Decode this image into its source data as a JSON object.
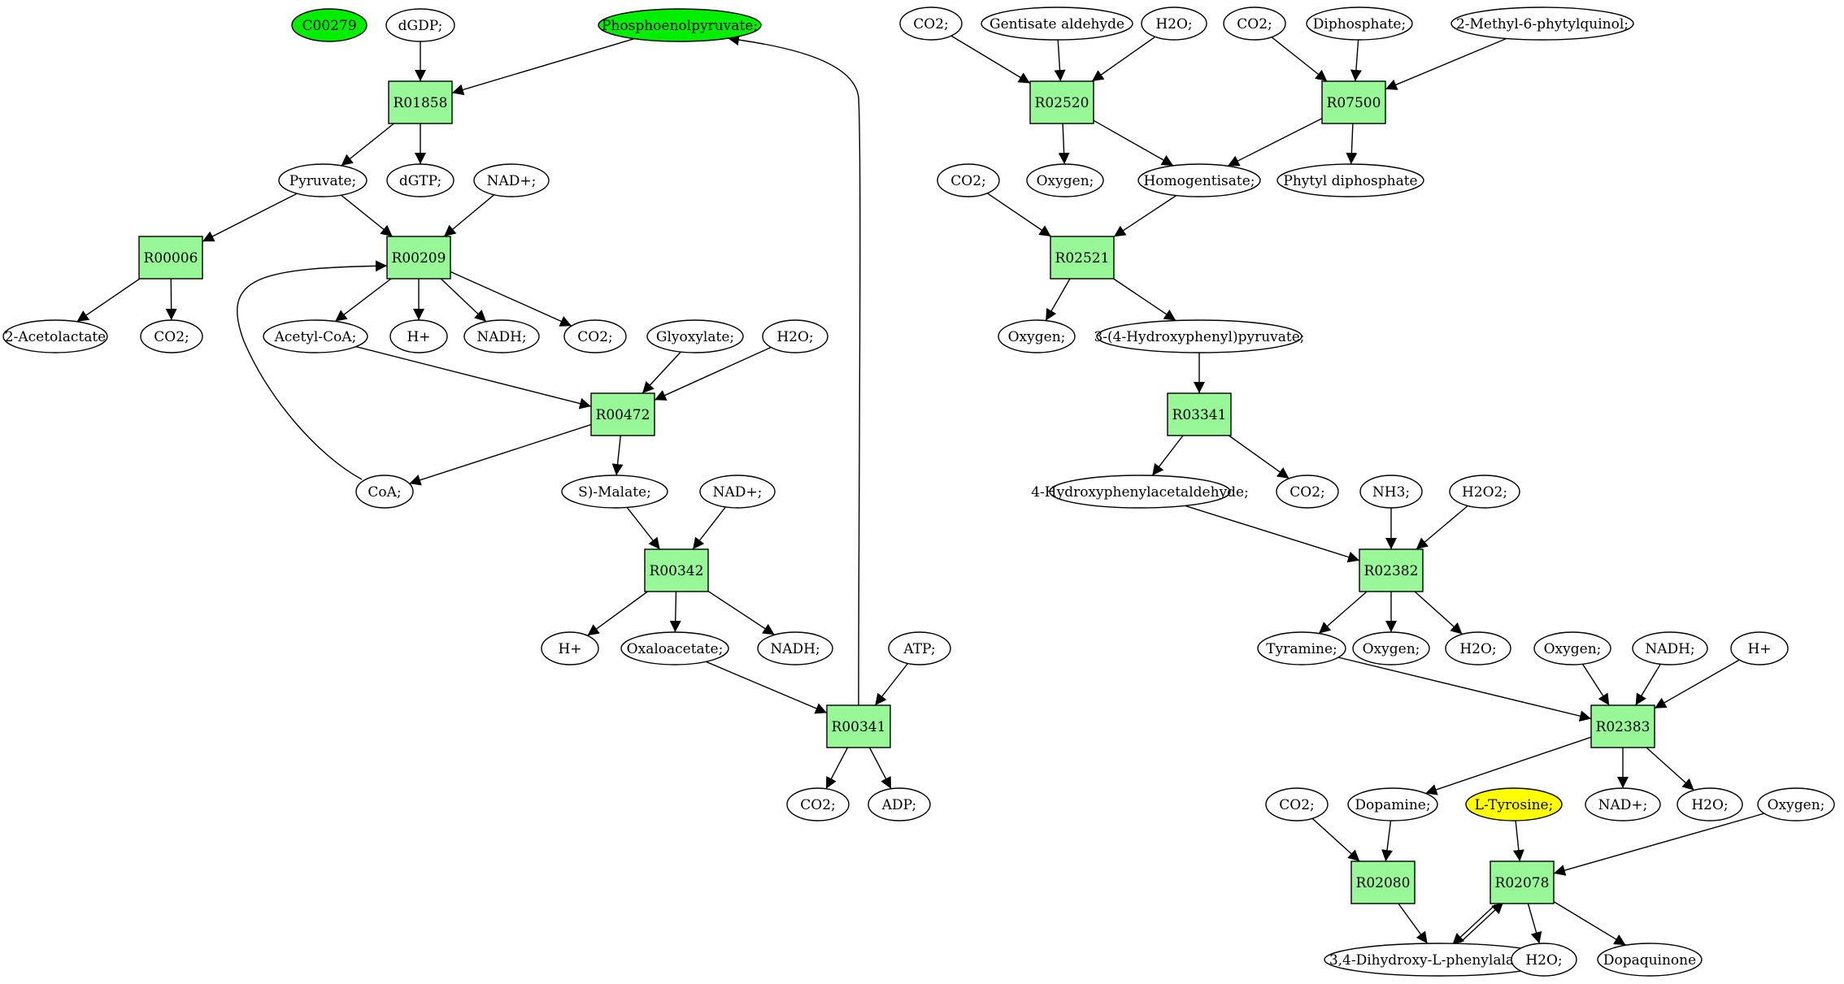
{
  "colors": {
    "reaction_fill": "#98f898",
    "highlight_green": "#00ee00",
    "highlight_yellow": "#ffff00",
    "compound_fill": "#ffffff"
  },
  "compounds": {
    "c00279": {
      "label": "C00279",
      "fill": "#00ee00"
    },
    "dgdp": {
      "label": "dGDP;"
    },
    "pep": {
      "label": "Phosphoenolpyruvate;",
      "fill": "#00ee00"
    },
    "pyruvate": {
      "label": "Pyruvate;"
    },
    "dgtp": {
      "label": "dGTP;"
    },
    "nad_1": {
      "label": "NAD+;"
    },
    "acetolactate": {
      "label": "2-Acetolactate"
    },
    "co2_1": {
      "label": "CO2;"
    },
    "acetylcoa": {
      "label": "Acetyl-CoA;"
    },
    "hplus_1": {
      "label": "H+"
    },
    "nadh_1": {
      "label": "NADH;"
    },
    "co2_2": {
      "label": "CO2;"
    },
    "glyoxylate": {
      "label": "Glyoxylate;"
    },
    "h2o_1": {
      "label": "H2O;"
    },
    "coa": {
      "label": "CoA;"
    },
    "smalate": {
      "label": "S)-Malate;"
    },
    "nad_2": {
      "label": "NAD+;"
    },
    "hplus_2": {
      "label": "H+"
    },
    "oxaloacetate": {
      "label": "Oxaloacetate;"
    },
    "nadh_2": {
      "label": "NADH;"
    },
    "atp": {
      "label": "ATP;"
    },
    "co2_3": {
      "label": "CO2;"
    },
    "adp": {
      "label": "ADP;"
    },
    "co2_4": {
      "label": "CO2;"
    },
    "gentisald": {
      "label": "Gentisate aldehyde"
    },
    "h2o_2": {
      "label": "H2O;"
    },
    "co2_5": {
      "label": "CO2;"
    },
    "diphosphate": {
      "label": "Diphosphate;"
    },
    "mpq": {
      "label": "2-Methyl-6-phytylquinol;"
    },
    "co2_6": {
      "label": "CO2;"
    },
    "oxygen_1": {
      "label": "Oxygen;"
    },
    "homogentisate": {
      "label": "Homogentisate;"
    },
    "phytyldp": {
      "label": "Phytyl diphosphate"
    },
    "oxygen_2": {
      "label": "Oxygen;"
    },
    "hpp": {
      "label": "3-(4-Hydroxyphenyl)pyruvate;"
    },
    "hpacald": {
      "label": "4-Hydroxyphenylacetaldehyde;"
    },
    "co2_7": {
      "label": "CO2;"
    },
    "nh3": {
      "label": "NH3;"
    },
    "h2o2": {
      "label": "H2O2;"
    },
    "tyramine": {
      "label": "Tyramine;"
    },
    "oxygen_3": {
      "label": "Oxygen;"
    },
    "h2o_3": {
      "label": "H2O;"
    },
    "oxygen_4": {
      "label": "Oxygen;"
    },
    "nadh_3": {
      "label": "NADH;"
    },
    "hplus_3": {
      "label": "H+"
    },
    "co2_8": {
      "label": "CO2;"
    },
    "dopamine": {
      "label": "Dopamine;"
    },
    "tyrosine": {
      "label": "L-Tyrosine;",
      "fill": "#ffff00"
    },
    "nad_3": {
      "label": "NAD+;"
    },
    "h2o_4": {
      "label": "H2O;"
    },
    "oxygen_5": {
      "label": "Oxygen;"
    },
    "dopa": {
      "label": "3,4-Dihydroxy-L-phenylalanine;"
    },
    "h2o_5": {
      "label": "H2O;"
    },
    "dopaquinone": {
      "label": "Dopaquinone"
    }
  },
  "reactions": {
    "r01858": {
      "label": "R01858"
    },
    "r00006": {
      "label": "R00006"
    },
    "r00209": {
      "label": "R00209"
    },
    "r00472": {
      "label": "R00472"
    },
    "r00342": {
      "label": "R00342"
    },
    "r00341": {
      "label": "R00341"
    },
    "r02520": {
      "label": "R02520"
    },
    "r07500": {
      "label": "R07500"
    },
    "r02521": {
      "label": "R02521"
    },
    "r03341": {
      "label": "R03341"
    },
    "r02382": {
      "label": "R02382"
    },
    "r02383": {
      "label": "R02383"
    },
    "r02080": {
      "label": "R02080"
    },
    "r02078": {
      "label": "R02078"
    }
  },
  "edges": [
    [
      "dgdp",
      "r01858"
    ],
    [
      "pep",
      "r01858"
    ],
    [
      "r01858",
      "pyruvate"
    ],
    [
      "r01858",
      "dgtp"
    ],
    [
      "pyruvate",
      "r00006"
    ],
    [
      "r00006",
      "acetolactate"
    ],
    [
      "r00006",
      "co2_1"
    ],
    [
      "pyruvate",
      "r00209"
    ],
    [
      "nad_1",
      "r00209"
    ],
    [
      "coa",
      "r00209"
    ],
    [
      "r00209",
      "acetylcoa"
    ],
    [
      "r00209",
      "hplus_1"
    ],
    [
      "r00209",
      "nadh_1"
    ],
    [
      "r00209",
      "co2_2"
    ],
    [
      "acetylcoa",
      "r00472"
    ],
    [
      "glyoxylate",
      "r00472"
    ],
    [
      "h2o_1",
      "r00472"
    ],
    [
      "r00472",
      "coa"
    ],
    [
      "r00472",
      "smalate"
    ],
    [
      "smalate",
      "r00342"
    ],
    [
      "nad_2",
      "r00342"
    ],
    [
      "r00342",
      "hplus_2"
    ],
    [
      "r00342",
      "oxaloacetate"
    ],
    [
      "r00342",
      "nadh_2"
    ],
    [
      "oxaloacetate",
      "r00341"
    ],
    [
      "atp",
      "r00341"
    ],
    [
      "r00341",
      "co2_3"
    ],
    [
      "r00341",
      "adp"
    ],
    [
      "r00341",
      "pep"
    ],
    [
      "co2_4",
      "r02520"
    ],
    [
      "gentisald",
      "r02520"
    ],
    [
      "h2o_2",
      "r02520"
    ],
    [
      "r02520",
      "oxygen_1"
    ],
    [
      "r02520",
      "homogentisate"
    ],
    [
      "co2_5",
      "r07500"
    ],
    [
      "diphosphate",
      "r07500"
    ],
    [
      "mpq",
      "r07500"
    ],
    [
      "r07500",
      "homogentisate"
    ],
    [
      "r07500",
      "phytyldp"
    ],
    [
      "co2_6",
      "r02521"
    ],
    [
      "homogentisate",
      "r02521"
    ],
    [
      "r02521",
      "oxygen_2"
    ],
    [
      "r02521",
      "hpp"
    ],
    [
      "hpp",
      "r03341"
    ],
    [
      "r03341",
      "hpacald"
    ],
    [
      "r03341",
      "co2_7"
    ],
    [
      "hpacald",
      "r02382"
    ],
    [
      "nh3",
      "r02382"
    ],
    [
      "h2o2",
      "r02382"
    ],
    [
      "r02382",
      "tyramine"
    ],
    [
      "r02382",
      "oxygen_3"
    ],
    [
      "r02382",
      "h2o_3"
    ],
    [
      "tyramine",
      "r02383"
    ],
    [
      "oxygen_4",
      "r02383"
    ],
    [
      "nadh_3",
      "r02383"
    ],
    [
      "hplus_3",
      "r02383"
    ],
    [
      "r02383",
      "dopamine"
    ],
    [
      "r02383",
      "nad_3"
    ],
    [
      "r02383",
      "h2o_4"
    ],
    [
      "co2_8",
      "r02080"
    ],
    [
      "dopamine",
      "r02080"
    ],
    [
      "r02080",
      "dopa"
    ],
    [
      "tyrosine",
      "r02078"
    ],
    [
      "oxygen_5",
      "r02078"
    ],
    [
      "r02078",
      "dopa"
    ],
    [
      "dopa",
      "r02078"
    ],
    [
      "r02078",
      "h2o_5"
    ],
    [
      "r02078",
      "dopaquinone"
    ]
  ]
}
